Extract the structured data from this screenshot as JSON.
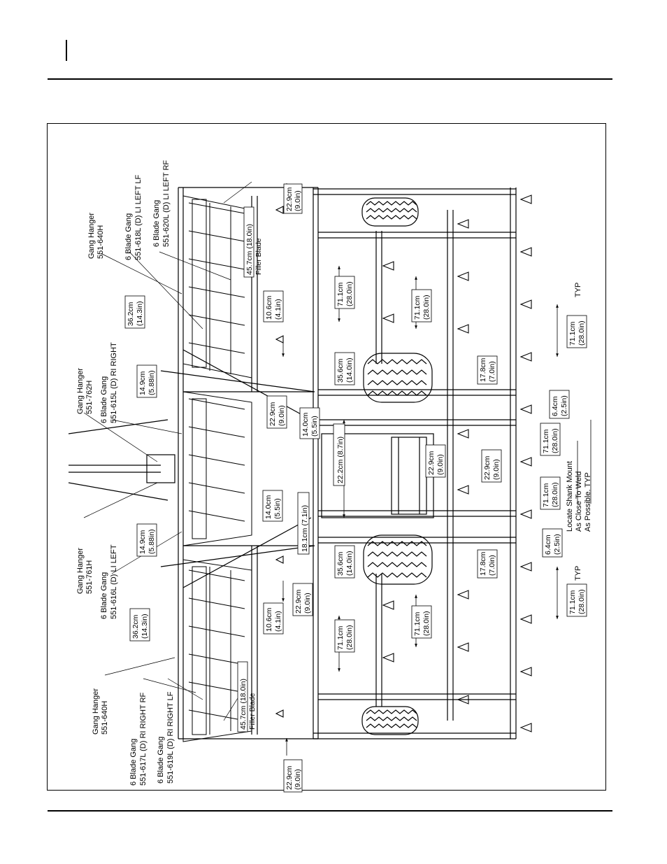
{
  "dimensions": {
    "d_229_top": [
      "22.9cm",
      "(9.0in)"
    ],
    "d_229_bottom": [
      "22.9cm",
      "(9.0in)"
    ],
    "d_457_top": [
      "45.7cm  (18.0in)",
      "Filler Blade"
    ],
    "d_457_bottom": [
      "45.7cm  (18.0in)",
      "Filler Blade"
    ],
    "d_362_top": [
      "36.2cm",
      "(14.3in)"
    ],
    "d_362_bottom": [
      "36.2cm",
      "(14.3in)"
    ],
    "d_149_top": [
      "14.9cm",
      "(5.88in)"
    ],
    "d_149_bottom": [
      "14.9cm",
      "(5.88in)"
    ],
    "d_106_top": [
      "10.6cm",
      "(4.1in)"
    ],
    "d_106_bottom": [
      "10.6cm",
      "(4.1in)"
    ],
    "d_711_a": [
      "71.1cm",
      "(28.0in)"
    ],
    "d_711_b": [
      "71.1cm",
      "(28.0in)"
    ],
    "d_711_c": [
      "71.1cm",
      "(28.0in)"
    ],
    "d_711_d": [
      "71.1cm",
      "(28.0in)"
    ],
    "d_711_e": [
      "71.1cm",
      "(28.0in)"
    ],
    "d_711_f": [
      "71.1cm",
      "(28.0in)"
    ],
    "d_711_typ_top": [
      "71.1cm",
      "(28.0in)"
    ],
    "d_711_typ_bottom": [
      "71.1cm",
      "(28.0in)"
    ],
    "d_356_top": [
      "35.6cm",
      "(14.0in)"
    ],
    "d_356_bottom": [
      "35.6cm",
      "(14.0in)"
    ],
    "d_178_top": [
      "17.8cm",
      "(7.0in)"
    ],
    "d_178_bottom": [
      "17.8cm",
      "(7.0in)"
    ],
    "d_64_top": [
      "6.4cm",
      "(2.5in)"
    ],
    "d_64_bottom": [
      "6.4cm",
      "(2.5in)"
    ],
    "d_229_mid_a": [
      "22.9cm",
      "(9.0in)"
    ],
    "d_229_mid_b": [
      "22.9cm",
      "(9.0in)"
    ],
    "d_229_mid_c": [
      "22.9cm",
      "(9.0in)"
    ],
    "d_229_mid_d": [
      "22.9cm",
      "(9.0in)"
    ],
    "d_140_top": [
      "14.0cm",
      "(5.5in)"
    ],
    "d_140_bottom": [
      "14.0cm",
      "(5.5in)"
    ],
    "d_222": "22.2cm (8.7in)",
    "d_181": "18.1cm (7.1in)"
  },
  "labels": {
    "gang_hanger_640h_top": [
      "Gang Hanger",
      "551-640H"
    ],
    "gang_618l": [
      "6 Blade Gang",
      "551-618L (D) LI LEFT LF"
    ],
    "gang_620l": [
      "6 Blade Gang",
      "551-620L (D) LI LEFT RF"
    ],
    "gang_615l": [
      "6 Blade Gang",
      "551-615L (D)  RI RIGHT"
    ],
    "gang_hanger_762h": [
      "Gang Hanger",
      "551-762H"
    ],
    "gang_hanger_761h": [
      "Gang Hanger",
      "551-761H"
    ],
    "gang_616l": [
      "6 Blade Gang",
      "551-616L (D) LI LEFT"
    ],
    "gang_hanger_640h_bottom": [
      "Gang Hanger",
      "551-640H"
    ],
    "gang_617l": [
      "6 Blade Gang",
      "551-617L (D) RI RIGHT RF"
    ],
    "gang_619l": [
      "6 Blade Gang",
      "551-619L (D) RI RIGHT LF"
    ],
    "typ": "TYP",
    "shank_note": [
      "Locate Shank Mount",
      "As Close To Weld",
      "As Possible.  TYP"
    ]
  }
}
